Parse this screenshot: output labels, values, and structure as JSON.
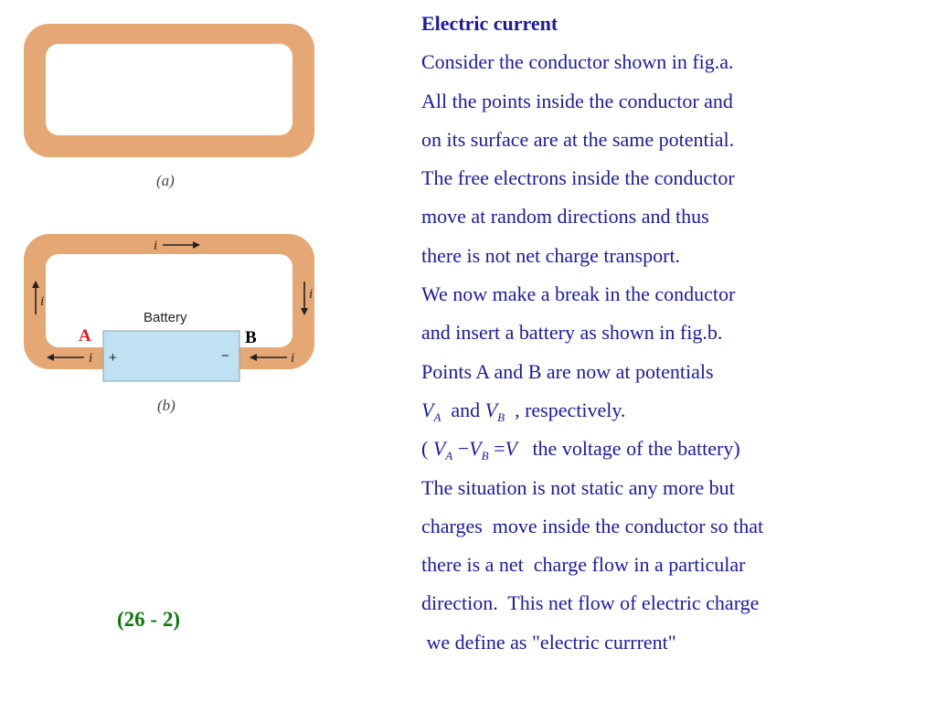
{
  "figure": {
    "label_a": "(a)",
    "label_b": "(b)",
    "battery_label": "Battery",
    "current_symbol": "i",
    "plus_sign": "+",
    "minus_sign": "−",
    "point_a": "A",
    "point_b": "B",
    "colors": {
      "conductor": "#e5a774",
      "battery_fill": "#bfe1f3",
      "point_label": "#e8161b"
    }
  },
  "slide_number": "(26 - 2)",
  "content": {
    "title": "Electric current",
    "lines": [
      "Consider the conductor shown in fig.a.",
      "All the points inside the conductor and",
      "on its surface are at the same potential.",
      "The free electrons inside the conductor",
      "move at random directions and thus",
      "there is not net charge transport.",
      "We now make a break in the conductor",
      "and insert a battery as shown in fig.b.",
      "Points A and B are now at potentials"
    ],
    "potentials_line": {
      "va_main": "V",
      "va_sub": "A",
      "and_text": "and",
      "vb_main": "V",
      "vb_sub": "B",
      "suffix": ", respectively."
    },
    "voltage_line": {
      "open_paren": "(",
      "va_main": "V",
      "va_sub": "A",
      "minus": "−",
      "vb_main": "V",
      "vb_sub": "B",
      "equals": "=",
      "v": "V",
      "suffix": "the voltage of the battery)"
    },
    "lines_after": [
      "The situation is not static any more but",
      "charges  move inside the conductor so that",
      "there is a net  charge flow in a particular",
      "direction.  This net flow of electric charge",
      " we define as \"electric currrent\""
    ]
  }
}
